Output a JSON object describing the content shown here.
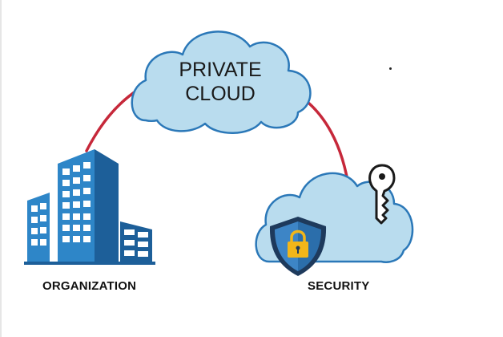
{
  "private_cloud": {
    "line1": "PRIVATE",
    "line2": "CLOUD"
  },
  "organization": {
    "label": "ORGANIZATION"
  },
  "security": {
    "label": "SECURITY"
  },
  "colors": {
    "connector": "#c6283a",
    "cloud_fill": "#b9dcee",
    "cloud_stroke": "#2b78b8",
    "building_dark": "#1d5f99",
    "building_mid": "#2e86c8",
    "shield_dark": "#1e3a5c",
    "shield_blue": "#2b6eab",
    "lock_gold": "#f2b619",
    "key_fill": "#ffffff",
    "key_stroke": "#1a1a1a"
  }
}
